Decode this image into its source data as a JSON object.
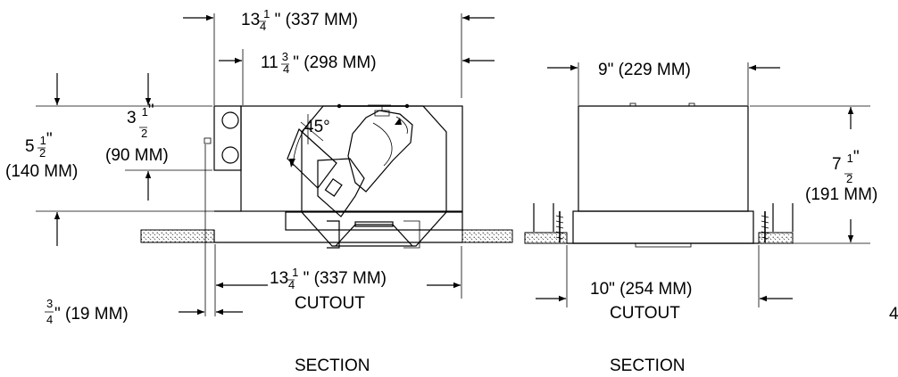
{
  "left_view": {
    "overall_width": {
      "whole": "13",
      "num": "1",
      "den": "4",
      "rest": "\" (337 MM)"
    },
    "inner_width": {
      "whole": "11",
      "num": "3",
      "den": "4",
      "rest": "\" (298 MM)"
    },
    "overall_height": {
      "whole": "5",
      "num": "1",
      "den": "2",
      "line2": "(140 MM)"
    },
    "box_height": {
      "whole": "3",
      "num": "1",
      "den": "2",
      "line2": "(90 MM)"
    },
    "angle": "45°",
    "cutout_width": {
      "whole": "13",
      "num": "1",
      "den": "4",
      "rest": "\" (337 MM)",
      "line2": "CUTOUT"
    },
    "flange": {
      "num": "3",
      "den": "4",
      "rest": "\" (19 MM)"
    },
    "caption": "SECTION"
  },
  "right_view": {
    "top_width": "9\" (229 MM)",
    "height": {
      "whole": "7",
      "num": "1",
      "den": "2",
      "line2": "(191 MM)"
    },
    "cutout_width": {
      "line1": "10\" (254 MM)",
      "line2": "CUTOUT"
    },
    "caption": "SECTION"
  },
  "edge_glyph": "4"
}
